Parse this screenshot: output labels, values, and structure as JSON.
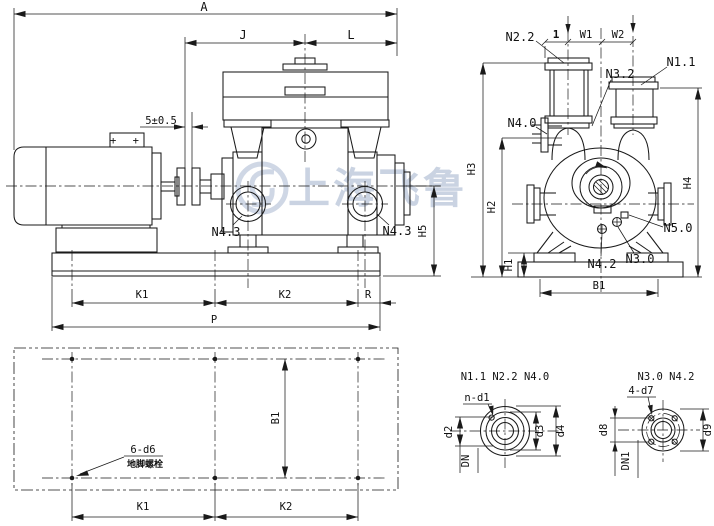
{
  "sv": {
    "a": "A",
    "j": "J",
    "l": "L",
    "gap": "5±0.5",
    "h5": "H5",
    "k1": "K1",
    "k2": "K2",
    "r": "R",
    "p": "P",
    "n43l": "N4.3",
    "n43r": "N4.3",
    "plus": "+ +"
  },
  "fv": {
    "seg": "1",
    "w1": "W1",
    "w2": "W2",
    "h3": "H3",
    "h2": "H2",
    "h1": "H1",
    "h4": "H4",
    "b1": "B1",
    "n22": "N2.2",
    "n32": "N3.2",
    "n11": "N1.1",
    "n40": "N4.0",
    "n50": "N5.0",
    "n42": "N4.2",
    "n30": "N3.0"
  },
  "pv": {
    "b1": "B1",
    "k1": "K1",
    "k2": "K2",
    "callout": "6-d6",
    "note": "地脚螺栓"
  },
  "fl": {
    "title": "N1.1 N2.2 N4.0",
    "holes": "n-d1",
    "d2": "d2",
    "d3": "d3",
    "d4": "d4",
    "dn": "DN"
  },
  "fr": {
    "title": "N3.0 N4.2",
    "holes": "4-d7",
    "d8": "d8",
    "d9": "d9",
    "dn1": "DN1"
  },
  "wm": {
    "text": "上海飞鲁"
  },
  "colors": {
    "line": "#1a1a1a",
    "watermark": "#a8b7cf",
    "bg": "#ffffff"
  }
}
